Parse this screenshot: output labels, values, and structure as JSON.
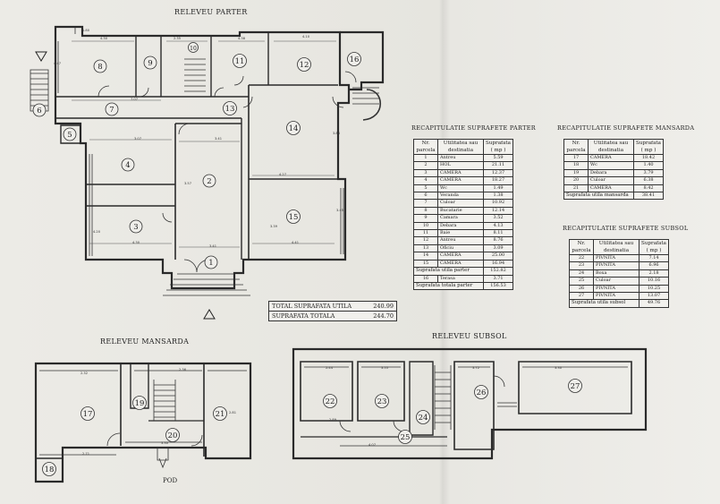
{
  "titles": {
    "parter": "RELEVEU PARTER",
    "mansarda": "RELEVEU MANSARDA",
    "subsol": "RELEVEU SUBSOL",
    "pod": "POD"
  },
  "recap_parter": {
    "title": "RECAPITULATIE SUPRAFETE PARTER",
    "headers": [
      "Nr. parcela",
      "Utilitatea sau destinatia",
      "Suprafata ( mp )"
    ],
    "rows": [
      [
        "1",
        "Antreu",
        "5.59"
      ],
      [
        "2",
        "HOL",
        "21.11"
      ],
      [
        "3",
        "CAMERA",
        "12.37"
      ],
      [
        "4",
        "CAMERA",
        "18.27"
      ],
      [
        "5",
        "Wc",
        "1.49"
      ],
      [
        "6",
        "Veranda",
        "1.38"
      ],
      [
        "7",
        "Culoar",
        "10.92"
      ],
      [
        "8",
        "Bucatarie",
        "12.14"
      ],
      [
        "9",
        "Camara",
        "3.52"
      ],
      [
        "10",
        "Debara",
        "4.13"
      ],
      [
        "11",
        "Baie",
        "8.11"
      ],
      [
        "12",
        "Antreu",
        "8.76"
      ],
      [
        "13",
        "Oficiu",
        "3.09"
      ],
      [
        "14",
        "CAMERA",
        "25.00"
      ],
      [
        "15",
        "CAMERA",
        "16.94"
      ]
    ],
    "subtotal_label": "Suprafata utila parter",
    "subtotal_value": "152.82",
    "extra_row": [
      "16",
      "Terasa",
      "3.71"
    ],
    "total_label": "Suprafata totala parter",
    "total_value": "156.53"
  },
  "recap_mansarda": {
    "title": "RECAPITULATIE SUPRAFETE MANSARDA",
    "headers": [
      "Nr. parcela",
      "Utilitatea sau destinatia",
      "Suprafata ( mp )"
    ],
    "rows": [
      [
        "17",
        "CAMERA",
        "18.42"
      ],
      [
        "18",
        "Wc",
        "1.40"
      ],
      [
        "19",
        "Debara",
        "3.79"
      ],
      [
        "20",
        "Culoar",
        "6.38"
      ],
      [
        "21",
        "CAMERA",
        "8.42"
      ]
    ],
    "total_label": "Suprafata utila mansarda",
    "total_value": "38.41"
  },
  "recap_subsol": {
    "title": "RECAPITULATIE SUPRAFETE SUBSOL",
    "headers": [
      "Nr. parcela",
      "Utilitatea sau destinatia",
      "Suprafata ( mp )"
    ],
    "rows": [
      [
        "22",
        "PIVNITA",
        "7.14"
      ],
      [
        "23",
        "PIVNITA",
        "6.96"
      ],
      [
        "24",
        "Boxa",
        "2.18"
      ],
      [
        "25",
        "Culoar",
        "10.16"
      ],
      [
        "26",
        "PIVNITA",
        "10.25"
      ],
      [
        "27",
        "PIVNITA",
        "13.07"
      ]
    ],
    "total_label": "Suprafata utila subsol",
    "total_value": "49.76"
  },
  "totals": {
    "utila_label": "TOTAL SUPRAFATA UTILA",
    "utila_value": "240.99",
    "totala_label": "SUPRAFATA TOTALA",
    "totala_value": "244.70"
  },
  "room_numbers": {
    "parter": [
      "1",
      "2",
      "3",
      "4",
      "5",
      "6",
      "7",
      "8",
      "9",
      "10",
      "11",
      "12",
      "13",
      "14",
      "15",
      "16"
    ],
    "mansarda": [
      "17",
      "18",
      "19",
      "20",
      "21"
    ],
    "subsol": [
      "22",
      "23",
      "24",
      "25",
      "26",
      "27"
    ]
  },
  "dimensions": [
    "1.80",
    "4.30",
    "2.35",
    "4.38",
    "4.10",
    "3.41",
    "3.39",
    "7.07",
    "3.07",
    "4.30",
    "4.27",
    "3.57",
    "4.20",
    "3.41",
    "4.41",
    "4.47",
    "3.88",
    "3.45",
    "2.32",
    "2.36",
    "3.30",
    "2.71",
    "2.81",
    "2.44",
    "3.55",
    "3.72",
    "3.30",
    "4.07",
    "2.89"
  ]
}
